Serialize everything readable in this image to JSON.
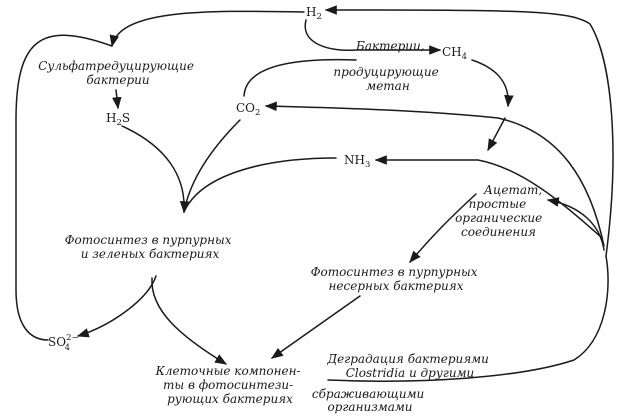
{
  "nodes": {
    "h2": {
      "base": "H",
      "sub": "2"
    },
    "ch4": {
      "base": "CH",
      "sub": "4"
    },
    "co2": {
      "base": "CO",
      "sub": "2"
    },
    "h2s": {
      "pre": "H",
      "sub": "2",
      "post": "S"
    },
    "nh3": {
      "base": "NH",
      "sub": "3"
    },
    "so4": {
      "base": "SO",
      "sub": "4",
      "sup": "2−"
    },
    "sulfate_bacteria": [
      "Сульфатредуцирующие",
      "бактерии"
    ],
    "methanogens_title": "Бактерии,",
    "methanogens_sub": [
      "продуцирующие",
      "метан"
    ],
    "acetate": [
      "Ацетат,",
      "простые",
      "органические",
      "соединения"
    ],
    "photo_purple_green": [
      "Фотосинтез в пурпурных",
      "и зеленых бактериях"
    ],
    "photo_nonsulfur": [
      "Фотосинтез в пурпурных",
      "несерных бактериях"
    ],
    "cell_components": [
      "Клеточные компонен-",
      "ты в фотосинтези-",
      "рующих бактериях"
    ],
    "degradation": [
      "Деградация бактериями",
      "Clostridia и другими"
    ],
    "fermenting": [
      "сбраживающими",
      "организмами"
    ]
  }
}
